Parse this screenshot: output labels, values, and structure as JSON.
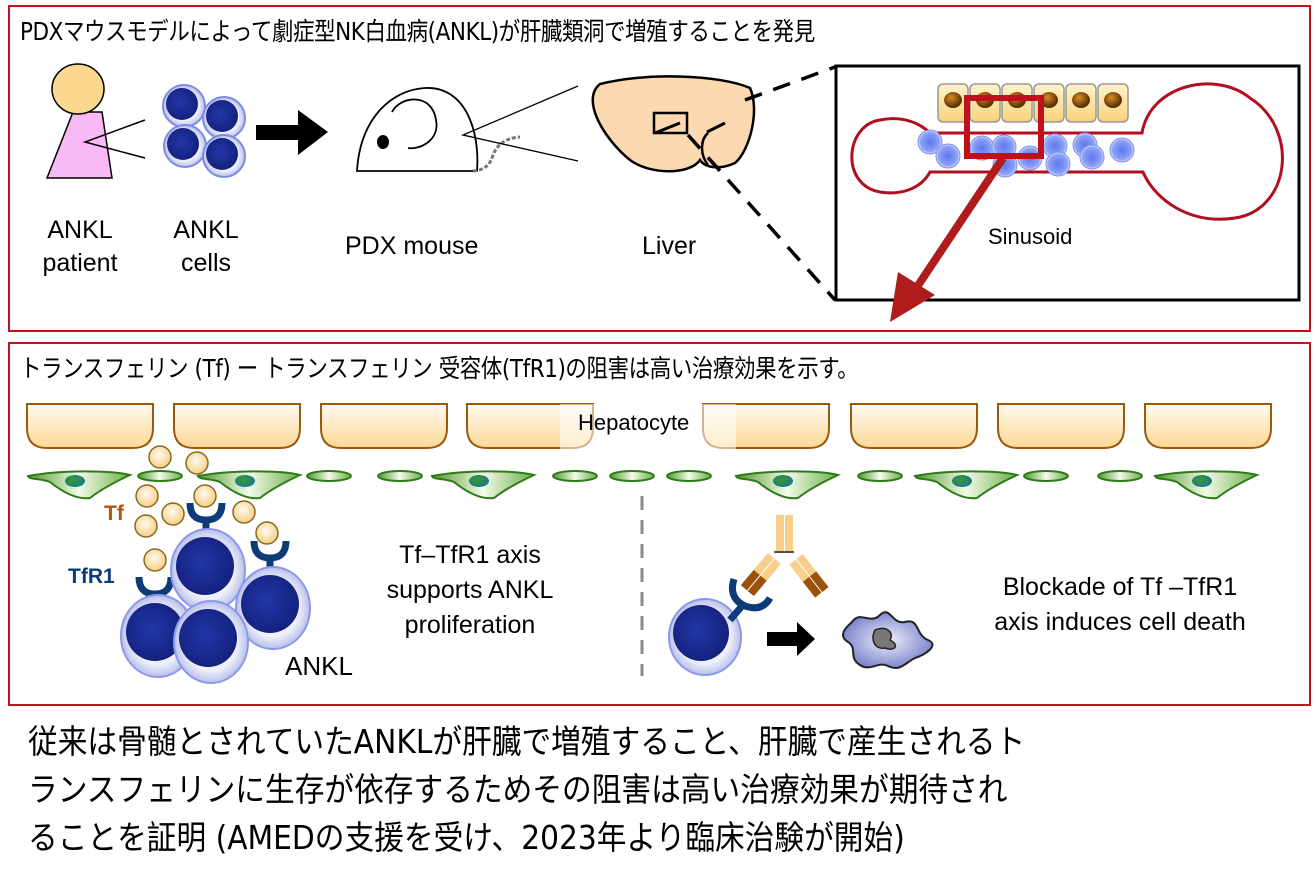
{
  "panel_top": {
    "title": "PDXマウスモデルによって劇症型NK白血病(ANKL)が肝臓類洞で増殖することを発見",
    "labels": {
      "patient_line1": "ANKL",
      "patient_line2": "patient",
      "cells_line1": "ANKL",
      "cells_line2": "cells",
      "mouse": "PDX mouse",
      "liver": "Liver",
      "sinusoid": "Sinusoid"
    }
  },
  "panel_bottom": {
    "title": "トランスフェリン (Tf) ー トランスフェリン 受容体(TfR1)の阻害は高い治療効果を示す。",
    "labels": {
      "hepatocyte": "Hepatocyte",
      "tf": "Tf",
      "tfr1": "TfR1",
      "ankl": "ANKL",
      "axis_line1": "Tf–TfR1 axis",
      "axis_line2": "supports ANKL",
      "axis_line3": "proliferation",
      "blockade_line1": "Blockade of Tf –TfR1",
      "blockade_line2": "axis induces cell death"
    }
  },
  "summary": {
    "lines": [
      "従来は骨髄とされていたANKLが肝臓で増殖すること、肝臓で産生されるト",
      "ランスフェリンに生存が依存するためその阻害は高い治療効果が期待され",
      "ることを証明 (AMEDの支援を受け、2023年より臨床治験が開始)"
    ]
  },
  "colors": {
    "frame_red": "#c0151b",
    "arrow_red": "#b01c1c",
    "cell_blue": "#1a2a8a",
    "receptor_blue": "#0d3b78",
    "tf_orange": "#b5520f",
    "hepatocyte_fill": "#fde4b8",
    "endothelial_green": "#2f7a1a"
  }
}
